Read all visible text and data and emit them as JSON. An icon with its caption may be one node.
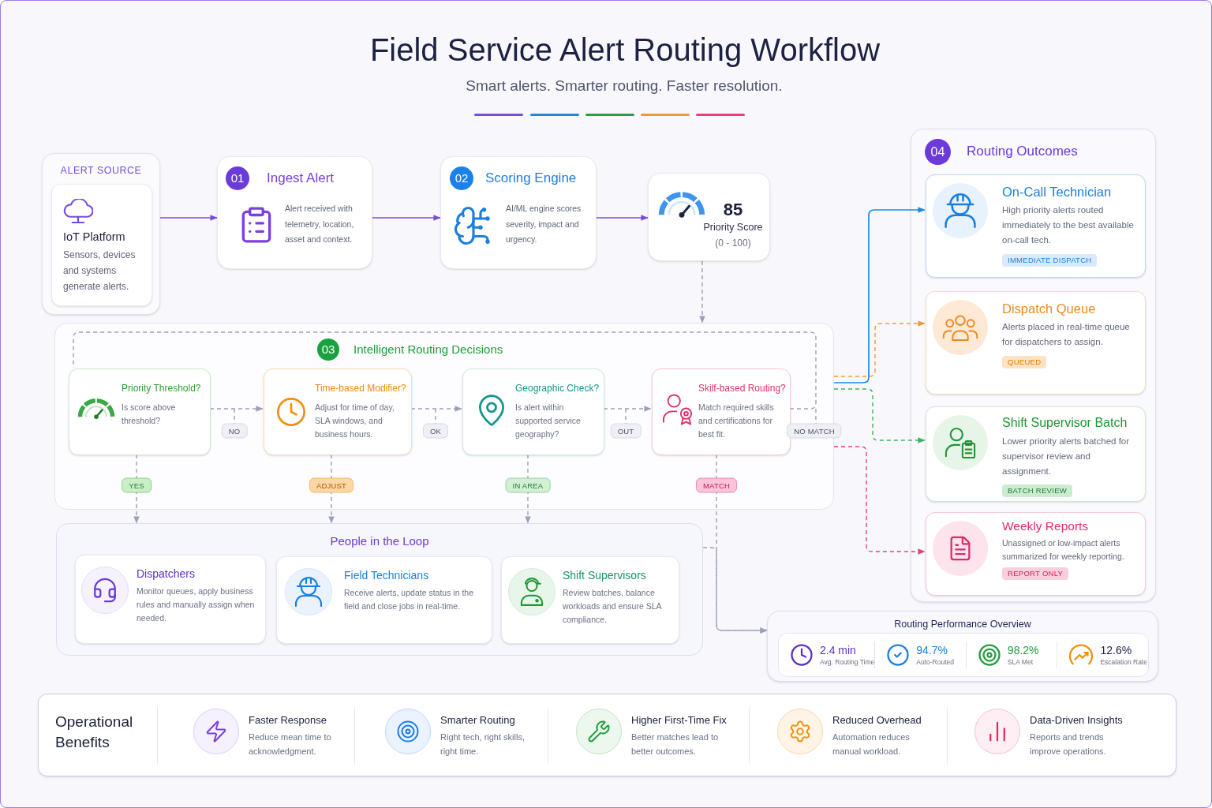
{
  "diagram": {
    "title": "Field Service Alert Routing Workflow",
    "nodes": [
      {
        "text": [
          "ALERT SOURCE"
        ]
      },
      {
        "text": [
          "IoT Platform",
          "Sensors, devices and systems generate alerts."
        ],
        "in": 0
      },
      {
        "text": [
          "01",
          "Ingest Alert",
          "Alert received with telemetry, location, asset and context."
        ]
      },
      {
        "text": [
          "02",
          "Scoring Engine",
          "AI/ML engine scores severity, impact and urgency."
        ]
      },
      {
        "text": [
          "85",
          "Priority Score",
          "(0 - 100)"
        ]
      },
      {
        "text": [
          "03",
          "Intelligent Routing Decisions"
        ]
      },
      {
        "text": [
          "Priority Threshold?",
          "Is score above threshold?"
        ],
        "in": 5
      },
      {
        "text": [
          "Time-based Modifier?",
          "Adjust for time of day, SLA windows, and business hours."
        ],
        "in": 5
      },
      {
        "text": [
          "Geographic Check?",
          "Is alert within supported service geography?"
        ],
        "in": 5
      },
      {
        "text": [
          "Skilf-based Routing?",
          "Match required skills and certifications for best fit."
        ],
        "in": 5
      },
      {
        "text": [
          "04",
          "Routing Outcomes"
        ]
      },
      {
        "text": [
          "On-Call Technician",
          "High priority alerts routed immediately to the best available on-call tech.",
          "IMMEDIATE DISPATCH"
        ],
        "in": 10
      },
      {
        "text": [
          "Dispatch Queue",
          "Alerts placed in real-time queue for dispatchers to assign.",
          "QUEUED"
        ],
        "in": 10
      },
      {
        "text": [
          "Shift Supervisor Batch",
          "Lower priority alerts batched for supervisor review and assignment.",
          "BATCH REVIEW"
        ],
        "in": 10
      },
      {
        "text": [
          "Weekly Reports",
          "Unassigned or low-impact alerts summarized for weekly reporting.",
          "REPORT ONLY"
        ],
        "in": 10
      },
      {
        "text": [
          "People in the Loop"
        ]
      },
      {
        "text": [
          "Dispatchers",
          "Monitor queues, apply business rules and manually assign when needed."
        ],
        "in": 15
      },
      {
        "text": [
          "Field Technicians",
          "Receive alerts, update status in the field and close jobs in real-time."
        ],
        "in": 15
      },
      {
        "text": [
          "Shift Supervisors",
          "Review batches, balance workloads and ensure SLA compliance."
        ],
        "in": 15
      },
      {
        "text": [
          "Routing Performance Overview",
          "2.4 min",
          "Avg. Routing Time",
          "94.7%",
          "Auto-Routed",
          "98.2%",
          "SLA Met",
          "12.6%",
          "Escalation Rate"
        ]
      },
      {
        "text": [
          "Operational Benefits",
          "Faster Response",
          "Reduce mean time to acknowledgment.",
          "Smarter Routing",
          "Right tech, right skills, right time.",
          "Higher First-Time Fix",
          "Better matches lead to better outcomes.",
          "Reduced Overhead",
          "Automation reduces manual workload.",
          "Data-Driven Insights",
          "Reports and trends improve operations."
        ]
      }
    ],
    "edges": [
      {
        "from": 0,
        "to": 2,
        "arrow": "to",
        "color": "#7b4ae2"
      },
      {
        "from": 2,
        "to": 3,
        "arrow": "to",
        "color": "#7b4ae2"
      },
      {
        "from": 3,
        "to": 4,
        "arrow": "to",
        "color": "#7b4ae2"
      },
      {
        "from": 4,
        "to": 5,
        "arrow": "to",
        "style": "dashed"
      },
      {
        "from": 6,
        "to": 7,
        "arrow": "to",
        "label": "NO",
        "style": "dashed"
      },
      {
        "from": 7,
        "to": 8,
        "arrow": "to",
        "label": "OK",
        "style": "dashed"
      },
      {
        "from": 8,
        "to": 9,
        "arrow": "to",
        "label": "OUT",
        "style": "dashed"
      },
      {
        "from": 9,
        "to": 6,
        "arrow": "none",
        "label": "NO MATCH",
        "style": "dashed"
      },
      {
        "from": 6,
        "to": 15,
        "arrow": "to",
        "label": "YES",
        "style": "dashed"
      },
      {
        "from": 7,
        "to": 15,
        "arrow": "to",
        "label": "ADJUST",
        "style": "dashed"
      },
      {
        "from": 8,
        "to": 15,
        "arrow": "to",
        "label": "IN AREA",
        "style": "dashed"
      },
      {
        "from": 9,
        "to": 19,
        "arrow": "to",
        "label": "MATCH",
        "style": "dashed"
      },
      {
        "from": 15,
        "to": 19,
        "arrow": "to",
        "style": "dashed"
      },
      {
        "from": 5,
        "to": 11,
        "arrow": "to",
        "color": "#1e88e5"
      },
      {
        "from": 5,
        "to": 12,
        "arrow": "to",
        "style": "dashed",
        "color": "#f39a2e"
      },
      {
        "from": 5,
        "to": 13,
        "arrow": "to",
        "style": "dashed",
        "color": "#3cb55a"
      },
      {
        "from": 5,
        "to": 14,
        "arrow": "to",
        "style": "dashed",
        "color": "#ec3d7a"
      }
    ],
    "labels": [
      "Smart alerts. Smarter routing. Faster resolution."
    ]
  }
}
